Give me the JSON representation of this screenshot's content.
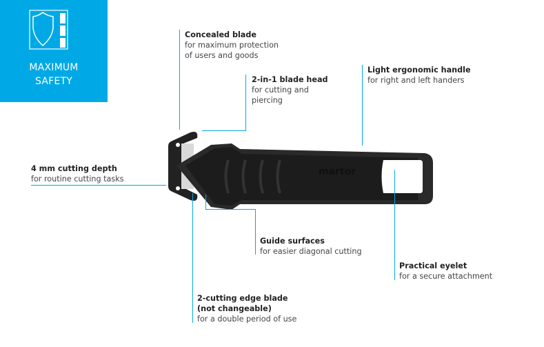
{
  "badge": {
    "icon": "shield-slider-icon",
    "line1": "MAXIMUM",
    "line2": "SAFETY",
    "color": "#00a9e6"
  },
  "product": {
    "brand": "martor",
    "image": "safety-knife-image"
  },
  "callouts": {
    "concealed_blade": {
      "title": "Concealed blade",
      "line1": "for maximum protection",
      "line2": "of users and goods"
    },
    "blade_head": {
      "title": "2-in-1 blade head",
      "line1": "for cutting and",
      "line2": "piercing"
    },
    "handle": {
      "title": "Light ergonomic handle",
      "line1": "for right and left handers"
    },
    "cutting_depth": {
      "title": "4 mm cutting depth",
      "line1": "for routine cutting tasks"
    },
    "guide_surfaces": {
      "title": "Guide surfaces",
      "line1": "for easier diagonal cutting"
    },
    "eyelet": {
      "title": "Practical eyelet",
      "line1": "for a secure attachment"
    },
    "blade_edge": {
      "title": "2-cutting edge blade",
      "title2": "(not changeable)",
      "line1": "for a double period of use"
    }
  },
  "accent_color": "#00a9e6"
}
